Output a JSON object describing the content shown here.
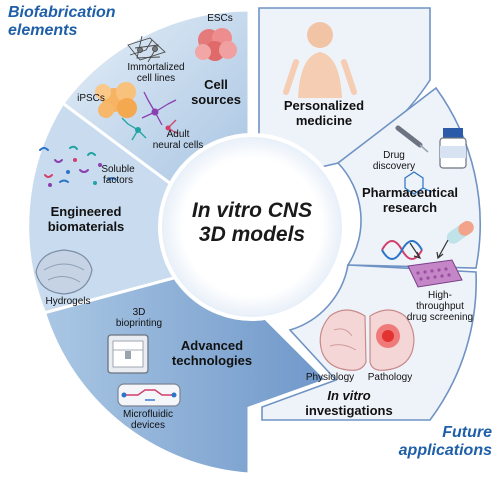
{
  "corner": {
    "biofabrication_line1": "Biofabrication",
    "biofabrication_line2": "elements",
    "future_line1": "Future",
    "future_line2": "applications"
  },
  "center": {
    "line1": "In vitro CNS",
    "line2": "3D models"
  },
  "left": {
    "cell_sources": {
      "title_line1": "Cell",
      "title_line2": "sources",
      "escs": "ESCs",
      "immortalized_line1": "Immortalized",
      "immortalized_line2": "cell lines",
      "ipscs": "iPSCs",
      "adult_line1": "Adult",
      "adult_line2": "neural cells"
    },
    "biomaterials": {
      "title_line1": "Engineered",
      "title_line2": "biomaterials",
      "soluble_line1": "Soluble",
      "soluble_line2": "factors",
      "hydrogels": "Hydrogels"
    },
    "technologies": {
      "title_line1": "Advanced",
      "title_line2": "technologies",
      "bioprinting_line1": "3D",
      "bioprinting_line2": "bioprinting",
      "microfluidic_line1": "Microfluidic",
      "microfluidic_line2": "devices"
    }
  },
  "right": {
    "personalized": {
      "line1": "Personalized",
      "line2": "medicine"
    },
    "pharma": {
      "title_line1": "Pharmaceutical",
      "title_line2": "research",
      "drug_line1": "Drug",
      "drug_line2": "discovery",
      "hts_line1": "High-",
      "hts_line2": "throughput",
      "hts_line3": "drug screening"
    },
    "invitro": {
      "physiology": "Physiology",
      "pathology": "Pathology",
      "title_line1": "In vitro",
      "title_line2": "investigations"
    }
  },
  "colors": {
    "left_panel_light": "#d6e6f4",
    "left_panel_dark": "#a9c6e3",
    "right_panel": "#eef3fa",
    "panel_stroke": "#6f93c4",
    "accent_blue": "#1f5fa8",
    "center_fill": "#ffffff"
  }
}
